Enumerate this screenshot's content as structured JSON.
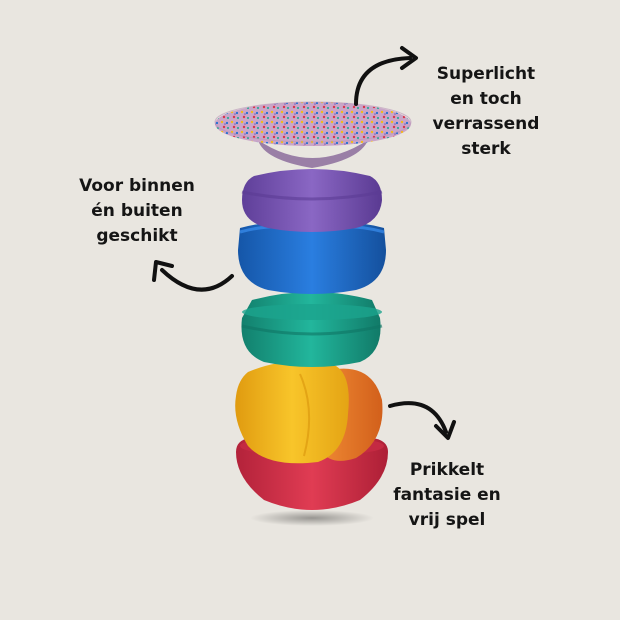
{
  "captions": {
    "top": {
      "lines": [
        "Superlicht",
        "en toch",
        "verrassend",
        "sterk"
      ]
    },
    "left": {
      "lines": [
        "Voor binnen",
        "én buiten",
        "geschikt"
      ]
    },
    "bottom": {
      "lines": [
        "Prikkelt",
        "fantasie en",
        "vrij spel"
      ]
    }
  },
  "colors": {
    "background": "#e9e6e0",
    "text": "#151515",
    "board": "#c9a6c8",
    "purple": "#7d5bb8",
    "blue": "#1f6fd1",
    "teal": "#1aa68f",
    "yellow": "#f2b81b",
    "orange": "#ee7a2a",
    "red": "#d9324a"
  }
}
